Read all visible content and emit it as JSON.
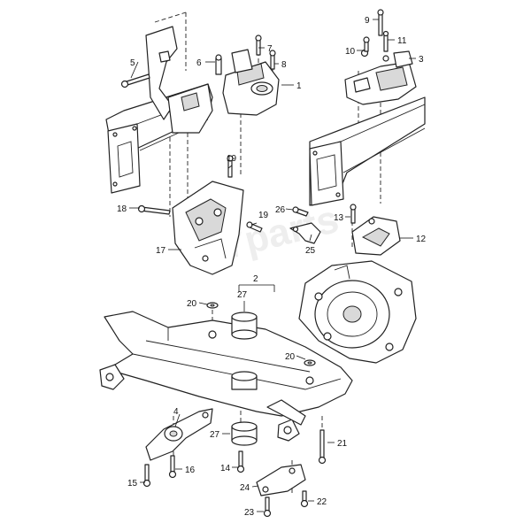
{
  "watermark": "7parts",
  "callouts": [
    {
      "id": "c1",
      "label": "1"
    },
    {
      "id": "c2",
      "label": "2"
    },
    {
      "id": "c3",
      "label": "3"
    },
    {
      "id": "c4",
      "label": "4"
    },
    {
      "id": "c5",
      "label": "5"
    },
    {
      "id": "c6",
      "label": "6"
    },
    {
      "id": "c7",
      "label": "7"
    },
    {
      "id": "c8",
      "label": "8"
    },
    {
      "id": "c9",
      "label": "9"
    },
    {
      "id": "c10",
      "label": "10"
    },
    {
      "id": "c11",
      "label": "11"
    },
    {
      "id": "c12",
      "label": "12"
    },
    {
      "id": "c13",
      "label": "13"
    },
    {
      "id": "c14",
      "label": "14"
    },
    {
      "id": "c15",
      "label": "15"
    },
    {
      "id": "c16",
      "label": "16"
    },
    {
      "id": "c17",
      "label": "17"
    },
    {
      "id": "c18",
      "label": "18"
    },
    {
      "id": "c19a",
      "label": "19"
    },
    {
      "id": "c19b",
      "label": "19"
    },
    {
      "id": "c20a",
      "label": "20"
    },
    {
      "id": "c20b",
      "label": "20"
    },
    {
      "id": "c21",
      "label": "21"
    },
    {
      "id": "c22",
      "label": "22"
    },
    {
      "id": "c23",
      "label": "23"
    },
    {
      "id": "c24",
      "label": "24"
    },
    {
      "id": "c25",
      "label": "25"
    },
    {
      "id": "c26",
      "label": "26"
    },
    {
      "id": "c27a",
      "label": "27"
    },
    {
      "id": "c27b",
      "label": "27"
    }
  ]
}
